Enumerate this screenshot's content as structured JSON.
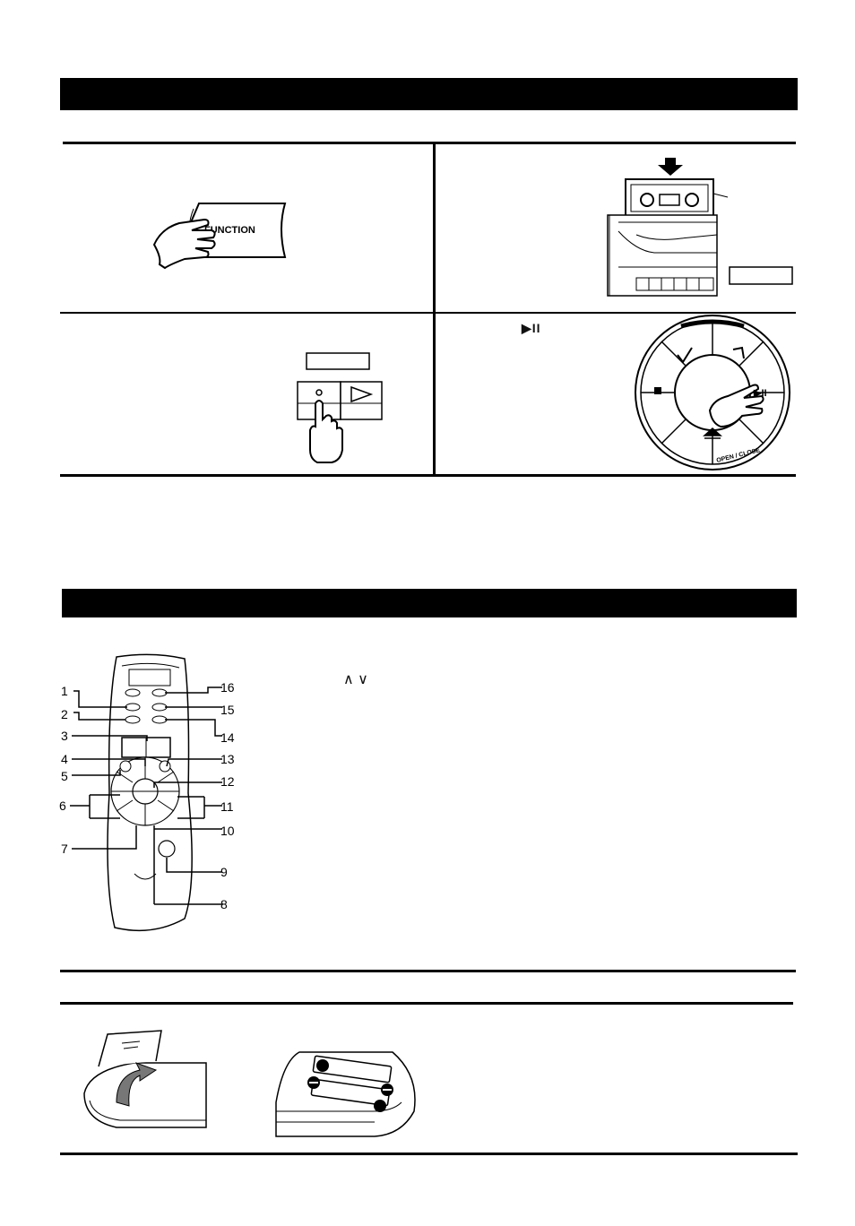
{
  "recording_section": {
    "step1": {
      "button_label": "FUNCTION"
    },
    "step4": {
      "play_pause_glyph": "▶II",
      "dial_label": "OPEN / CLOSE"
    }
  },
  "remote_section": {
    "updown_glyph": "∧ ∨",
    "callouts": [
      "1",
      "2",
      "3",
      "4",
      "5",
      "6",
      "7",
      "8",
      "9",
      "10",
      "11",
      "12",
      "13",
      "14",
      "15",
      "16"
    ]
  }
}
